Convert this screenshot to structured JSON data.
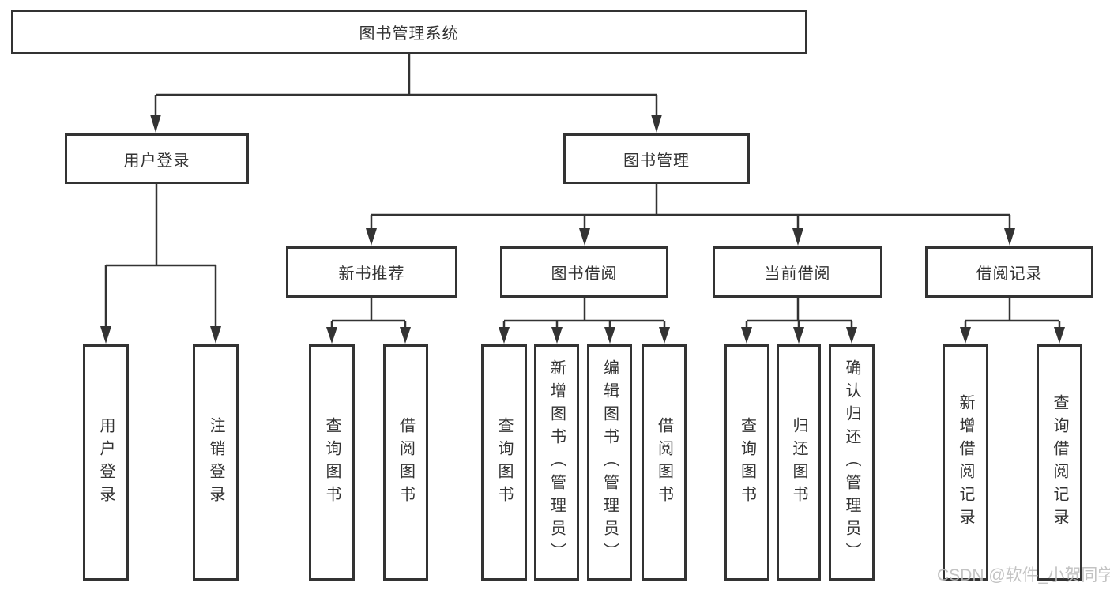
{
  "diagram": {
    "type": "hierarchy",
    "title": "图书管理系统",
    "watermark": "CSDN @软件_小贺同学",
    "colors": {
      "line": "#333333",
      "border": "#333333",
      "text": "#333333",
      "background": "#ffffff",
      "watermark": "#bdbdbd"
    },
    "nodes": {
      "root": {
        "label": "图书管理系统"
      },
      "level2": [
        {
          "label": "用户登录"
        },
        {
          "label": "图书管理"
        }
      ],
      "level3": [
        {
          "label": "新书推荐",
          "parent": "图书管理"
        },
        {
          "label": "图书借阅",
          "parent": "图书管理"
        },
        {
          "label": "当前借阅",
          "parent": "图书管理"
        },
        {
          "label": "借阅记录",
          "parent": "图书管理"
        }
      ],
      "leaves": [
        {
          "label": "用户登录",
          "parent": "用户登录"
        },
        {
          "label": "注销登录",
          "parent": "用户登录"
        },
        {
          "label": "查询图书",
          "parent": "新书推荐"
        },
        {
          "label": "借阅图书",
          "parent": "新书推荐"
        },
        {
          "label": "查询图书",
          "parent": "图书借阅"
        },
        {
          "label": "新增图书（管理员）",
          "parent": "图书借阅"
        },
        {
          "label": "编辑图书（管理员）",
          "parent": "图书借阅"
        },
        {
          "label": "借阅图书",
          "parent": "图书借阅"
        },
        {
          "label": "查询图书",
          "parent": "当前借阅"
        },
        {
          "label": "归还图书",
          "parent": "当前借阅"
        },
        {
          "label": "确认归还（管理员）",
          "parent": "当前借阅"
        },
        {
          "label": "新增借阅记录",
          "parent": "借阅记录"
        },
        {
          "label": "查询借阅记录",
          "parent": "借阅记录"
        }
      ]
    }
  }
}
